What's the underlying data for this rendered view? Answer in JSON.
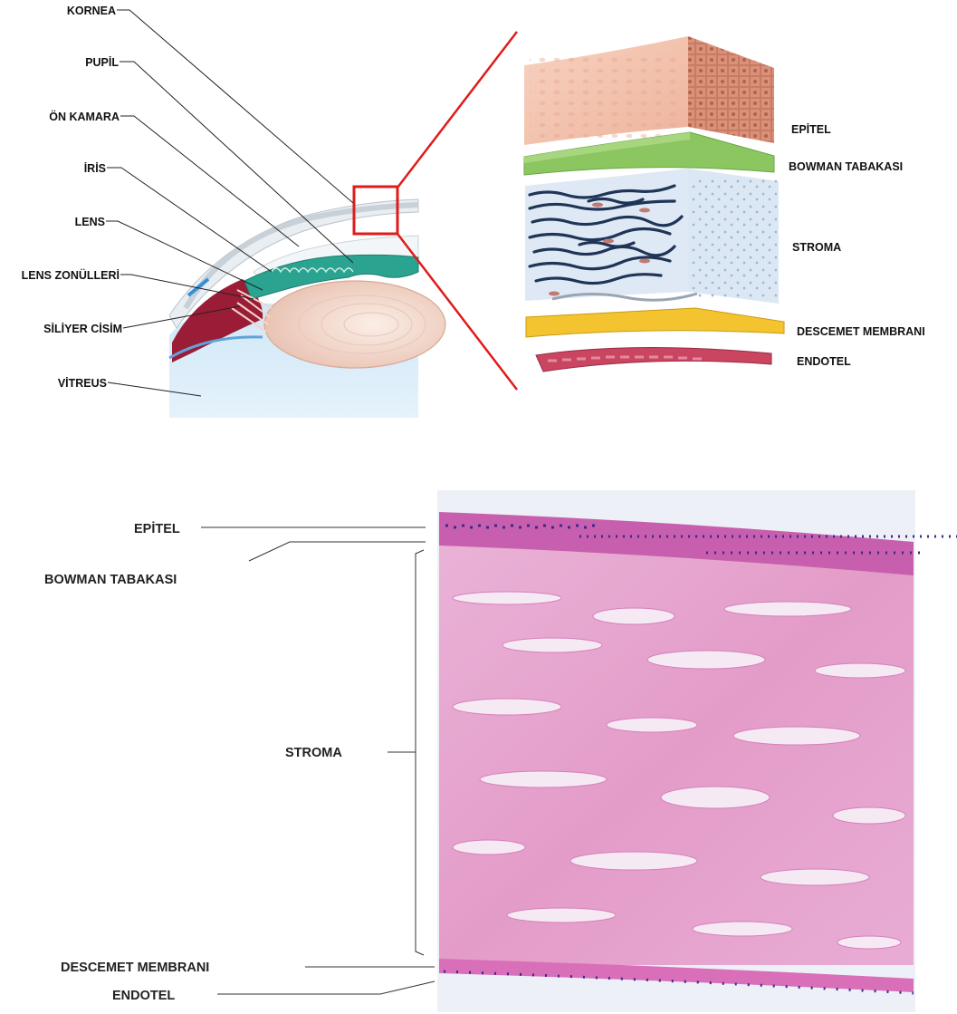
{
  "eye_labels": {
    "kornea": "KORNEA",
    "pupil": "PUPİL",
    "on_kamara": "ÖN KAMARA",
    "iris": "İRİS",
    "lens": "LENS",
    "lens_zonulleri": "LENS ZONÜLLERİ",
    "siliyer_cisim": "SİLİYER CİSİM",
    "vitreus": "VİTREUS"
  },
  "layer_labels": {
    "epitel": "EPİTEL",
    "bowman": "BOWMAN TABAKASI",
    "stroma": "STROMA",
    "descemet": "DESCEMET MEMBRANI",
    "endotel": "ENDOTEL"
  },
  "histology_labels": {
    "epitel": "EPİTEL",
    "bowman": "BOWMAN TABAKASI",
    "stroma": "STROMA",
    "descemet": "DESCEMET MEMBRANI",
    "endotel": "ENDOTEL"
  },
  "colors": {
    "zoom_box": "#e01b1b",
    "epitel": "#f3c2aa",
    "bowman": "#8cc660",
    "stroma": "#dfe9f6",
    "descemet": "#f4c430",
    "endotel": "#c94560",
    "histology": "#e7a6cf"
  }
}
